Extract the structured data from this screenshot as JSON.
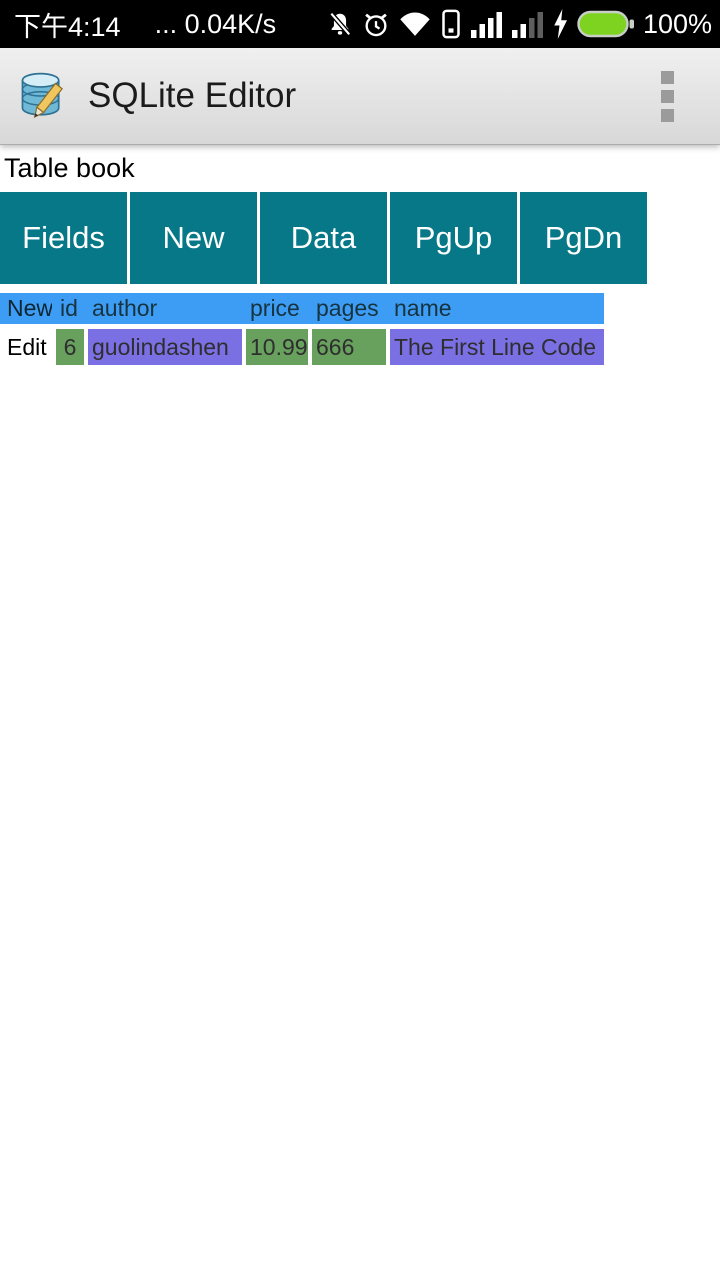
{
  "colors": {
    "accent-teal": "#077888",
    "header-blue": "#3d9df5",
    "cell-green": "#68a05e",
    "cell-purple": "#7b6fe4",
    "battery-green": "#7ed321"
  },
  "status_bar": {
    "time": "下午4:14",
    "network_speed": "... 0.04K/s",
    "battery_percent": "100%"
  },
  "app_bar": {
    "title": "SQLite Editor"
  },
  "content": {
    "table_label": "Table book",
    "toolbar": [
      "Fields",
      "New",
      "Data",
      "PgUp",
      "PgDn"
    ],
    "grid": {
      "new_action": "New",
      "columns": [
        "id",
        "author",
        "price",
        "pages",
        "name"
      ],
      "rows": [
        {
          "action": "Edit",
          "id": "6",
          "author": "guolindashen",
          "price": "10.99",
          "pages": "666",
          "name": "The First Line Code"
        }
      ]
    }
  }
}
